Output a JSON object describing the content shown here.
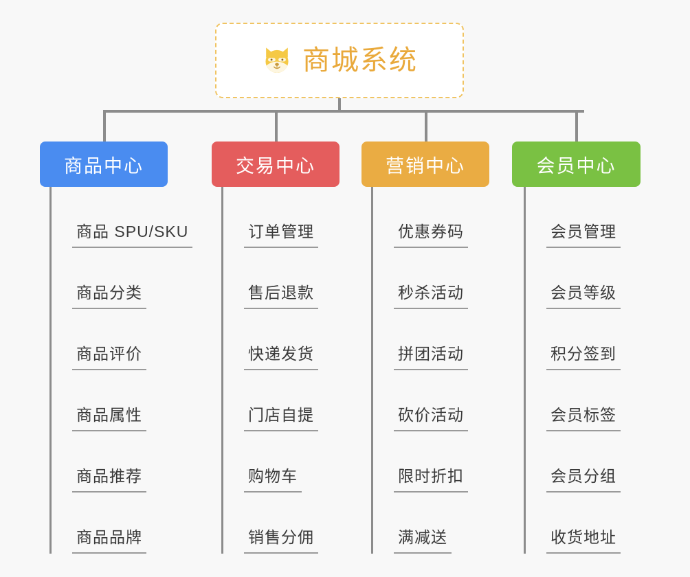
{
  "background_color": "#f8f8f8",
  "root": {
    "title": "商城系统",
    "icon": "shiba-dog-face-icon",
    "text_color": "#e9a93b",
    "border_color": "#f0c463",
    "background_color": "#ffffff"
  },
  "connector_color": "#8c8c8c",
  "leaf_text_color": "#3a3a3a",
  "leaf_underline_color": "#9a9a9a",
  "columns": [
    {
      "title": "商品中心",
      "color": "#4a8cf0",
      "items": [
        "商品 SPU/SKU",
        "商品分类",
        "商品评价",
        "商品属性",
        "商品推荐",
        "商品品牌"
      ]
    },
    {
      "title": "交易中心",
      "color": "#e45d5d",
      "items": [
        "订单管理",
        "售后退款",
        "快递发货",
        "门店自提",
        "购物车",
        "销售分佣"
      ]
    },
    {
      "title": "营销中心",
      "color": "#eaac43",
      "items": [
        "优惠券码",
        "秒杀活动",
        "拼团活动",
        "砍价活动",
        "限时折扣",
        "满减送"
      ]
    },
    {
      "title": "会员中心",
      "color": "#7ac143",
      "items": [
        "会员管理",
        "会员等级",
        "积分签到",
        "会员标签",
        "会员分组",
        "收货地址"
      ]
    }
  ]
}
